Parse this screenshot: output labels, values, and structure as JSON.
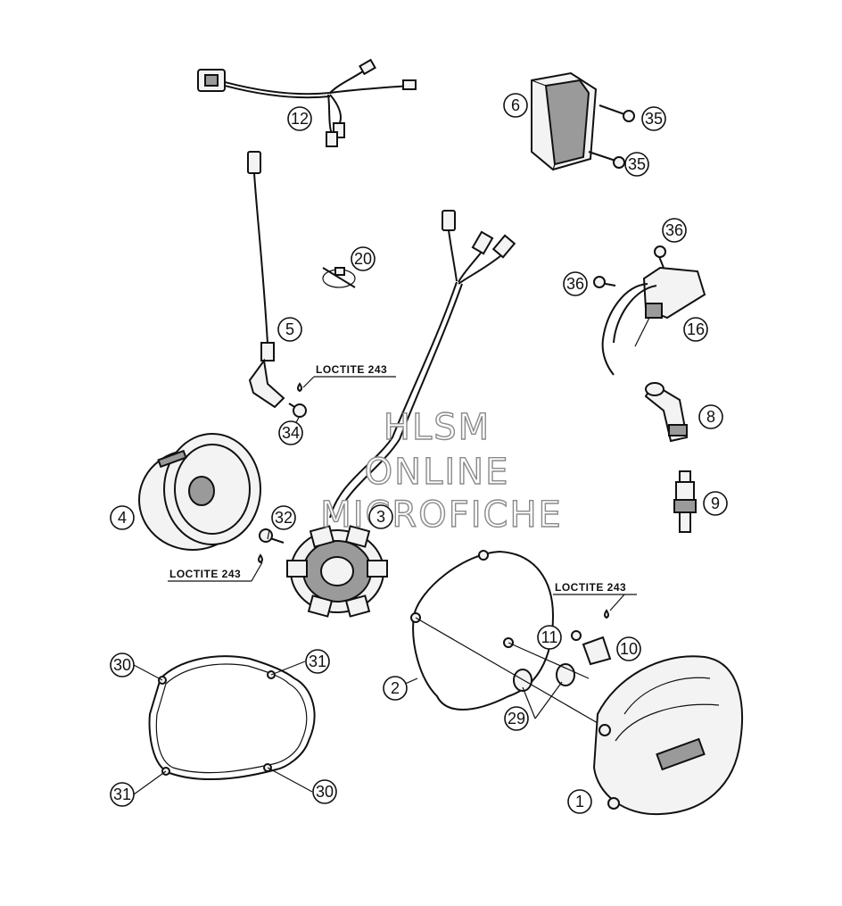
{
  "callouts": {
    "c1": "1",
    "c2": "2",
    "c3": "3",
    "c4": "4",
    "c5": "5",
    "c6": "6",
    "c8": "8",
    "c9": "9",
    "c10": "10",
    "c11": "11",
    "c12": "12",
    "c16": "16",
    "c20": "20",
    "c29": "29",
    "c30a": "30",
    "c30b": "30",
    "c31a": "31",
    "c31b": "31",
    "c32": "32",
    "c34": "34",
    "c35a": "35",
    "c35b": "35",
    "c36a": "36",
    "c36b": "36"
  },
  "notes": {
    "loctite_top": "LOCTITE 243",
    "loctite_left": "LOCTITE 243",
    "loctite_right": "LOCTITE 243"
  },
  "watermark": {
    "line1": "HLSM",
    "line2": "ONLINE",
    "line3": "MICROFICHE"
  }
}
